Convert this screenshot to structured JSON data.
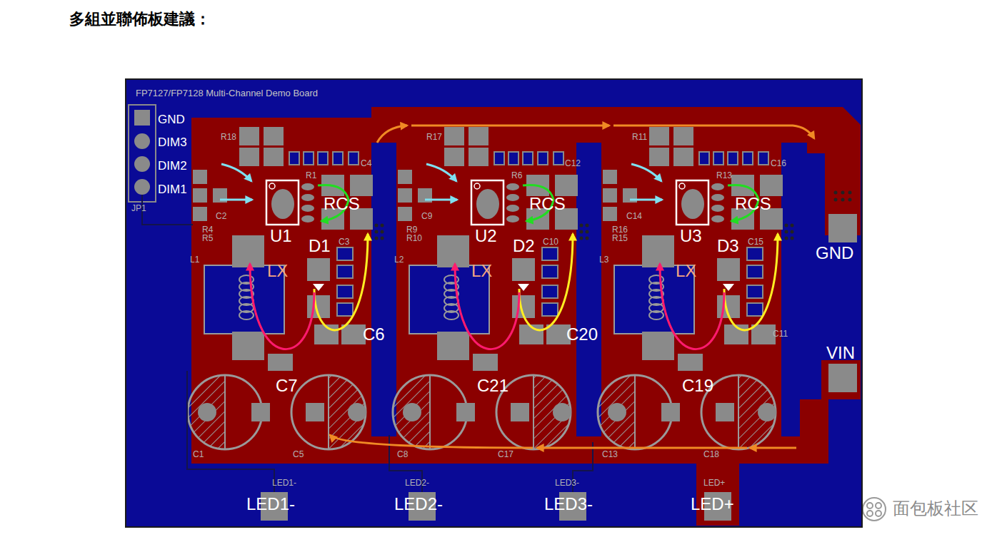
{
  "diagram": {
    "title": "多組並聯佈板建議：",
    "nodes": [
      {
        "text": [
          "FP7127/FP7128 Multi-Channel Demo Board"
        ]
      }
    ],
    "labels": [
      "GND",
      "DIM3",
      "DIM2",
      "DIM1",
      "JP1",
      "R18",
      "R17",
      "R11",
      "C4",
      "C12",
      "C16",
      "R1",
      "R6",
      "R13",
      "RCS",
      "RCS",
      "RCS",
      "C2",
      "C9",
      "C14",
      "R4",
      "R5",
      "R9",
      "R10",
      "R16",
      "R15",
      "U1",
      "U2",
      "U3",
      "C3",
      "C10",
      "C15",
      "D1",
      "D2",
      "D3",
      "L1",
      "L2",
      "L3",
      "LX",
      "LX",
      "LX",
      "C6",
      "C20",
      "C11",
      "C7",
      "C21",
      "C19",
      "C1",
      "C5",
      "C8",
      "C17",
      "C13",
      "C18",
      "GND",
      "VIN",
      "LED1-",
      "LED2-",
      "LED3-",
      "LED+",
      "LED1-",
      "LED2-",
      "LED3-",
      "LED+",
      "面包板社区"
    ]
  }
}
